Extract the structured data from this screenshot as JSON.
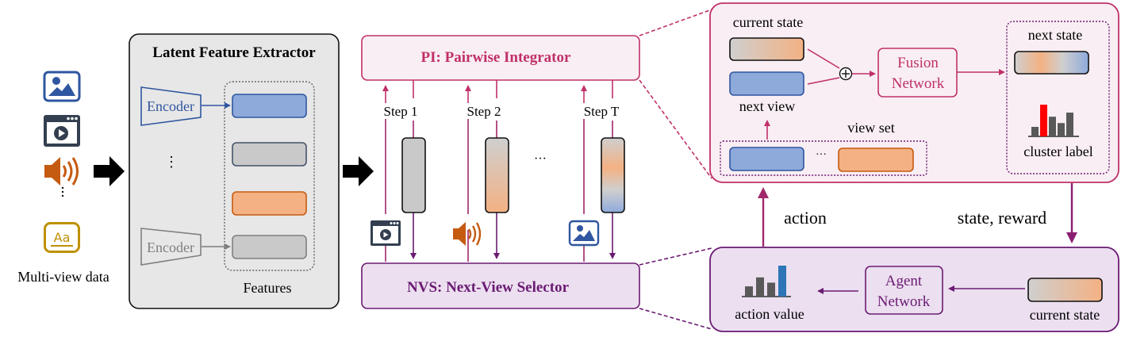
{
  "input": {
    "label": "Multi-view data",
    "icons": [
      "image-icon",
      "video-icon",
      "audio-icon",
      "text-icon"
    ]
  },
  "extractor": {
    "title": "Latent Feature Extractor",
    "encoder_label_top": "Encoder",
    "encoder_label_bottom": "Encoder",
    "features_label": "Features",
    "vdots": "⋮"
  },
  "pi": {
    "title": "PI: Pairwise Integrator"
  },
  "nvs": {
    "title": "NVS: Next-View Selector"
  },
  "steps": [
    {
      "label": "Step 1",
      "view_icon": "video-icon"
    },
    {
      "label": "Step 2",
      "view_icon": "audio-icon"
    },
    {
      "label": "Step T",
      "view_icon": "image-icon"
    }
  ],
  "steps_ellipsis": "···",
  "pi_detail": {
    "current_state": "current state",
    "next_view": "next view",
    "view_set": "view set",
    "view_set_ellipsis": "···",
    "fusion_line1": "Fusion",
    "fusion_line2": "Network",
    "next_state": "next state",
    "cluster_label": "cluster label",
    "cluster_bars": [
      0.3,
      1.0,
      0.62,
      0.42,
      0.75
    ],
    "cluster_highlight_index": 1
  },
  "loop": {
    "action": "action",
    "state_reward": "state, reward"
  },
  "nvs_detail": {
    "action_value": "action value",
    "agent_line1": "Agent",
    "agent_line2": "Network",
    "current_state": "current state",
    "action_bars": [
      0.33,
      0.62,
      0.45,
      1.0
    ],
    "action_highlight_index": 3
  },
  "colors": {
    "pi_accent": "#c0306a",
    "pi_fill": "#f9eef3",
    "nvs_accent": "#6a1b72",
    "nvs_fill": "#ecdff0",
    "blue": "#2f56a0",
    "blue_fill": "#8eaadb",
    "orange": "#c55a11",
    "orange_fill": "#f4b183",
    "gray_fill": "#c9c9c9",
    "dark": "#333f50",
    "gold": "#bf9000",
    "extractor_fill": "#e7e7e7"
  }
}
